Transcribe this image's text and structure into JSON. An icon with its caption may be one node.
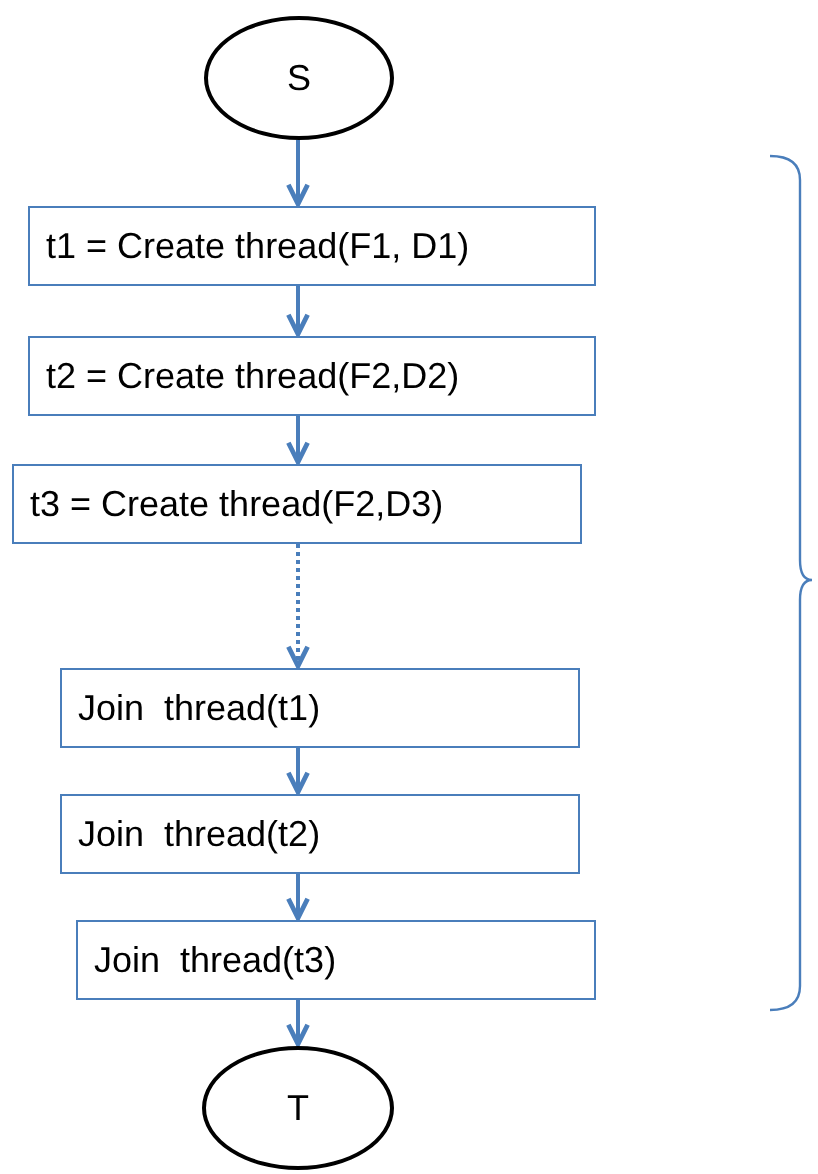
{
  "diagram": {
    "nodes": [
      {
        "text": [
          "S"
        ]
      },
      {
        "text": [
          "t1 = Create thread(F1, D1)"
        ]
      },
      {
        "text": [
          "t2 = Create thread(F2,D2)"
        ]
      },
      {
        "text": [
          "t3 = Create thread(F2,D3)"
        ]
      },
      {
        "text": [
          "Join  thread(t1)"
        ]
      },
      {
        "text": [
          "Join  thread(t2)"
        ]
      },
      {
        "text": [
          "Join  thread(t3)"
        ]
      },
      {
        "text": [
          "T"
        ]
      }
    ],
    "edges": [
      {
        "from": 0,
        "to": 1,
        "arrow": "to"
      },
      {
        "from": 1,
        "to": 2,
        "arrow": "to"
      },
      {
        "from": 2,
        "to": 3,
        "arrow": "to"
      },
      {
        "from": 3,
        "to": 4,
        "arrow": "to",
        "style": "dashed"
      },
      {
        "from": 4,
        "to": 5,
        "arrow": "to"
      },
      {
        "from": 5,
        "to": 6,
        "arrow": "to"
      },
      {
        "from": 6,
        "to": 7,
        "arrow": "to"
      }
    ]
  }
}
